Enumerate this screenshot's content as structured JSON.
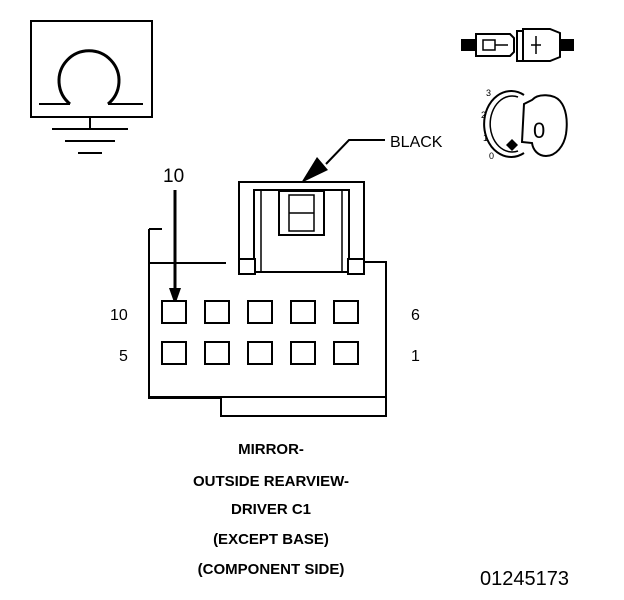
{
  "connector_color": "BLACK",
  "callout_pin": "10",
  "row_labels": {
    "top_left": "10",
    "top_right": "6",
    "bottom_left": "5",
    "bottom_right": "1"
  },
  "key_numbers": [
    "3",
    "2",
    "1",
    "0"
  ],
  "key_position": "0",
  "caption": [
    "MIRROR-",
    "OUTSIDE REARVIEW-",
    "DRIVER C1",
    "(EXCEPT BASE)",
    "(COMPONENT SIDE)"
  ],
  "figure_number": "01245173"
}
